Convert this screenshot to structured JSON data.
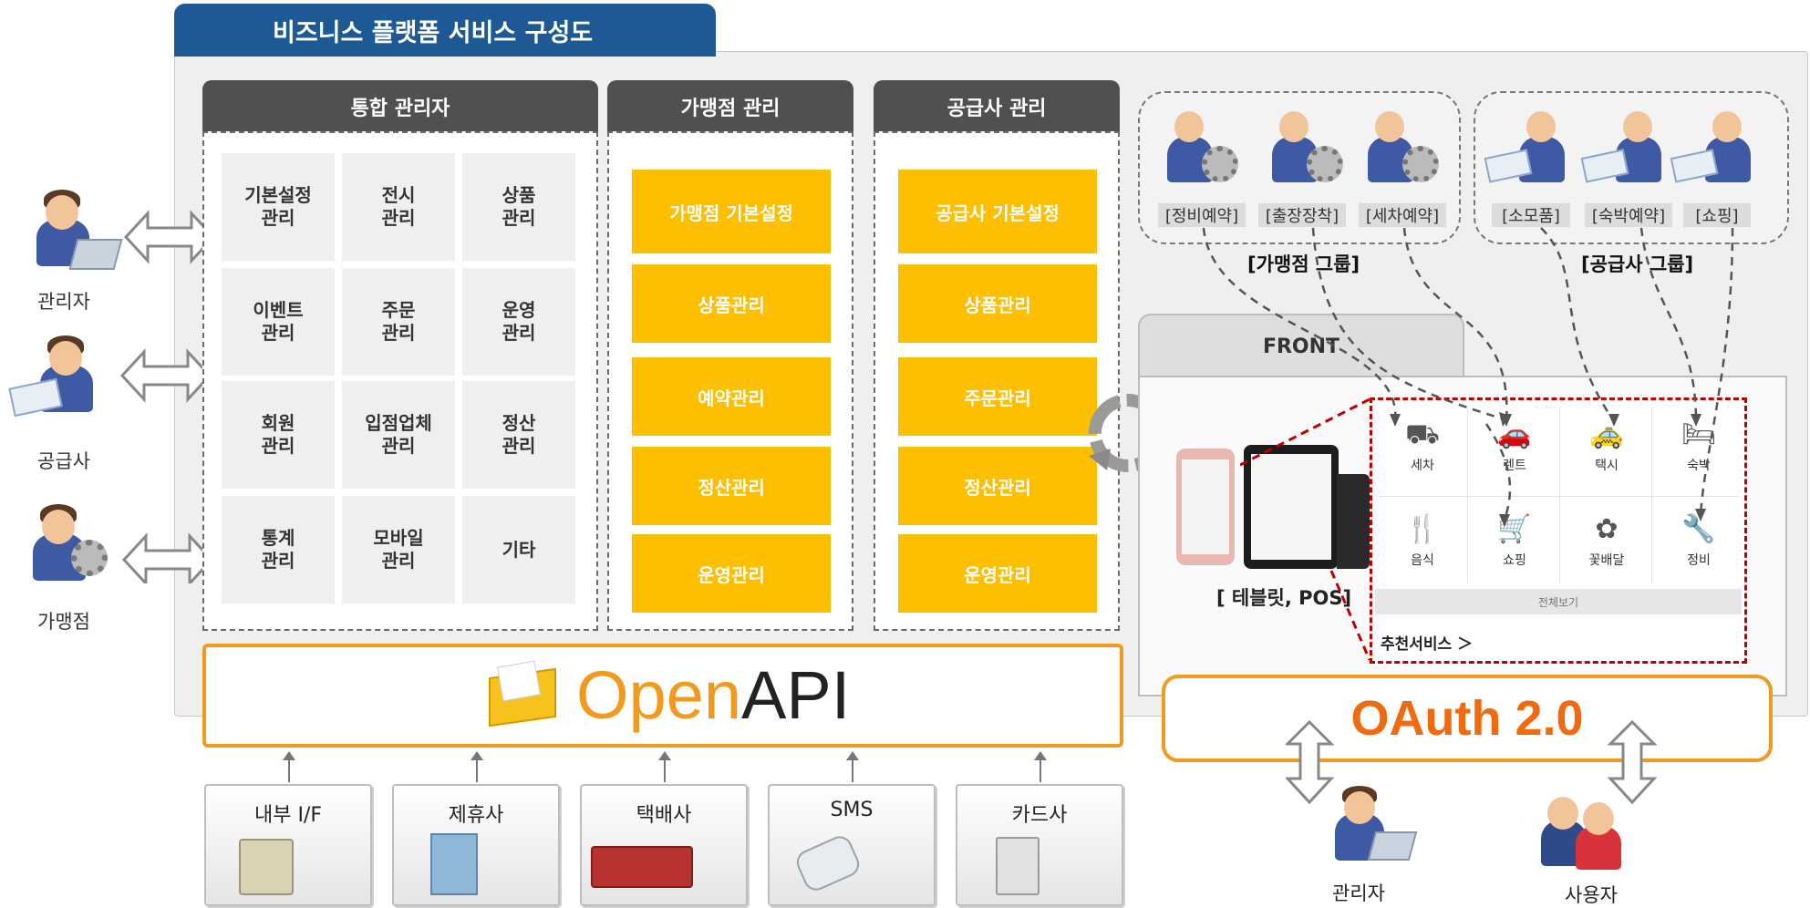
{
  "title": "비즈니스 플랫폼 서비스 구성도",
  "left_actors": [
    "관리자",
    "공급사",
    "가맹점"
  ],
  "admin": {
    "header": "통합 관리자",
    "cells": [
      [
        "기본설정\n관리",
        "전시\n관리",
        "상품\n관리"
      ],
      [
        "이벤트\n관리",
        "주문\n관리",
        "운영\n관리"
      ],
      [
        "회원\n관리",
        "입점업체\n관리",
        "정산\n관리"
      ],
      [
        "통계\n관리",
        "모바일\n관리",
        "기타"
      ]
    ]
  },
  "franchise": {
    "header": "가맹점 관리",
    "items": [
      "가맹점 기본설정",
      "상품관리",
      "예약관리",
      "정산관리",
      "운영관리"
    ]
  },
  "supplier": {
    "header": "공급사 관리",
    "items": [
      "공급사 기본설정",
      "상품관리",
      "주문관리",
      "정산관리",
      "운영관리"
    ]
  },
  "franchise_group": {
    "title": "[가맹점 그룹]",
    "tags": [
      "[정비예약]",
      "[출장장착]",
      "[세차예약]"
    ]
  },
  "supplier_group": {
    "title": "[공급사 그룹]",
    "tags": [
      "[소모품]",
      "[숙박예약]",
      "[쇼핑]"
    ]
  },
  "front": {
    "tab": "FRONT",
    "device_label": "[ 테블릿, POS]",
    "services": [
      "세차",
      "렌트",
      "택시",
      "숙박",
      "음식",
      "쇼핑",
      "꽃배달",
      "정비"
    ],
    "view_all": "전체보기",
    "recommend": "추천서비스 ＞"
  },
  "openapi": {
    "open": "Open",
    "api": "API"
  },
  "oauth": "OAuth 2.0",
  "bottom_systems": [
    "내부 I/F",
    "제휴사",
    "택배사",
    "SMS",
    "카드사"
  ],
  "right_actors": [
    "관리자",
    "사용자"
  ],
  "colors": {
    "title_blue": "#1d5a95",
    "yellow": "#fdbf00",
    "orange": "#f29a1d",
    "header_gray": "#505050",
    "red_dash": "#c00000"
  }
}
